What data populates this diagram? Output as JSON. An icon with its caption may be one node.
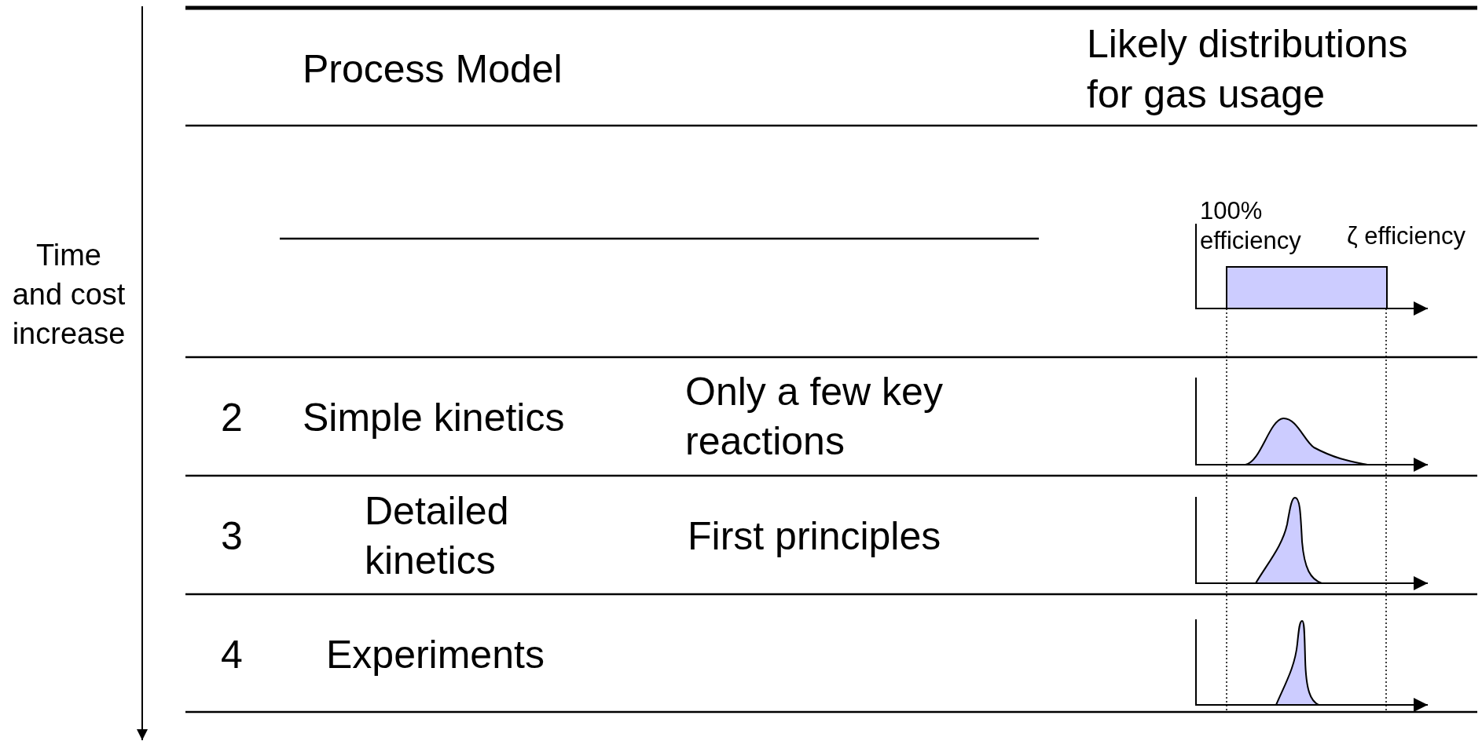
{
  "diagram": {
    "labels": [
      "Time and cost increase",
      "Process Model",
      "Likely distributions for gas usage",
      "100% efficiency",
      "ζ efficiency",
      "2",
      "Simple kinetics",
      "Only a few key reactions",
      "3",
      "Detailed kinetics",
      "First principles",
      "4",
      "Experiments"
    ]
  }
}
